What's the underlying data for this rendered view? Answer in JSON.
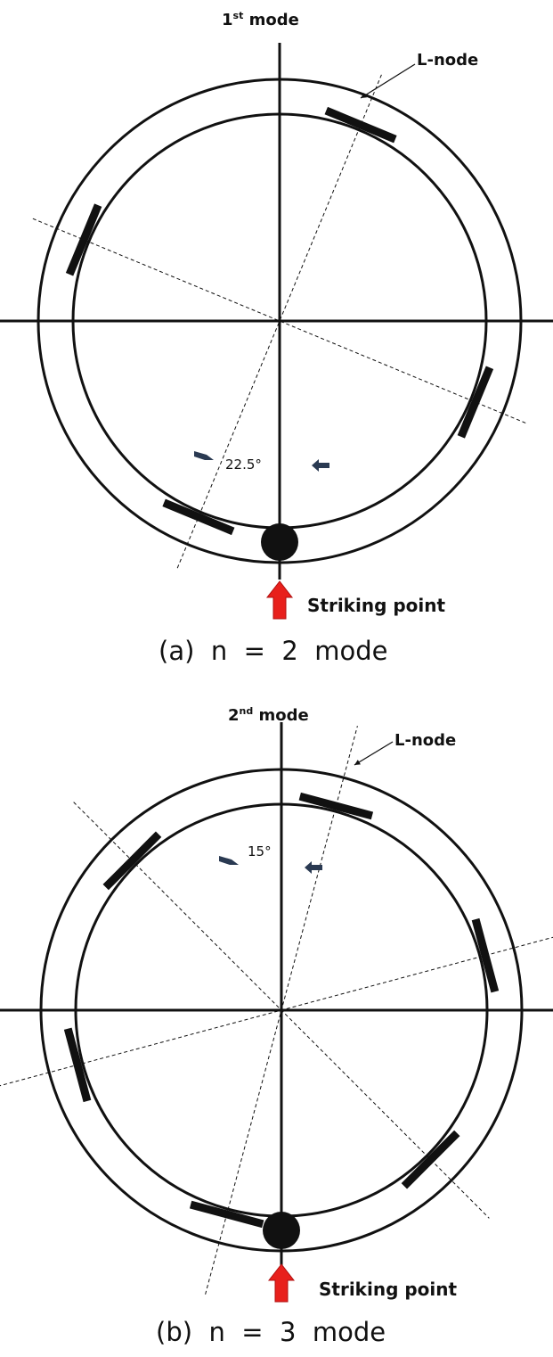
{
  "panels": [
    {
      "mode_ordinal": "1",
      "mode_suffix": "st",
      "mode_word": "mode",
      "node_label": "L-node",
      "angle_label": "22.5°",
      "strike_label": "Striking point",
      "caption": "(a)  n  =  2  mode",
      "n": 2,
      "node_line_offset_deg": 22.5
    },
    {
      "mode_ordinal": "2",
      "mode_suffix": "nd",
      "mode_word": "mode",
      "node_label": "L-node",
      "angle_label": "15°",
      "strike_label": "Striking point",
      "caption": "(b)  n  =  3  mode",
      "n": 3,
      "node_line_offset_deg": 15
    }
  ],
  "colors": {
    "line": "#111111",
    "arrow_red": "#e8201c",
    "small_arrow": "#2a3a52"
  }
}
